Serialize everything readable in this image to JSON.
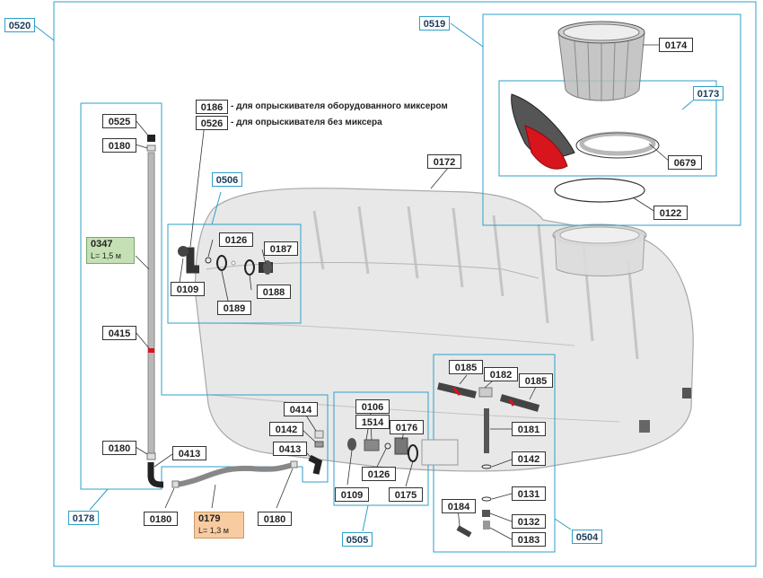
{
  "groups": {
    "g0520": "0520",
    "g0519": "0519",
    "g0506": "0506",
    "g0178": "0178",
    "g0505": "0505",
    "g0504": "0504",
    "g0173": "0173"
  },
  "notes": {
    "n0186_code": "0186",
    "n0186_text": "- для опрыскивателя оборудованного миксером",
    "n0526_code": "0526",
    "n0526_text": "- для опрыскивателя без миксера"
  },
  "parts": {
    "p0174": "0174",
    "p0173": "0173",
    "p0679": "0679",
    "p0122": "0122",
    "p0172": "0172",
    "p0525": "0525",
    "p0180a": "0180",
    "p0347": "0347",
    "p0347_len": "L= 1,5 м",
    "p0415": "0415",
    "p0180b": "0180",
    "p0413a": "0413",
    "p0126a": "0126",
    "p0187": "0187",
    "p0109a": "0109",
    "p0188": "0188",
    "p0189": "0189",
    "p0414": "0414",
    "p0142a": "0142",
    "p0413b": "0413",
    "p0180c": "0180",
    "p0179": "0179",
    "p0179_len": "L= 1,3 м",
    "p0180d": "0180",
    "p0106": "0106",
    "p1514": "1514",
    "p0176": "0176",
    "p0126b": "0126",
    "p0109b": "0109",
    "p0175": "0175",
    "p0185a": "0185",
    "p0182": "0182",
    "p0185b": "0185",
    "p0181": "0181",
    "p0142b": "0142",
    "p0131": "0131",
    "p0184": "0184",
    "p0132": "0132",
    "p0183": "0183"
  },
  "colors": {
    "group_line": "#2e9fc9",
    "tank_fill": "#e2e2e2",
    "tank_edge": "#9a9a9a",
    "red_part": "#d8141c",
    "label_green": "#c5e0b4",
    "label_orange": "#f8cba0"
  }
}
